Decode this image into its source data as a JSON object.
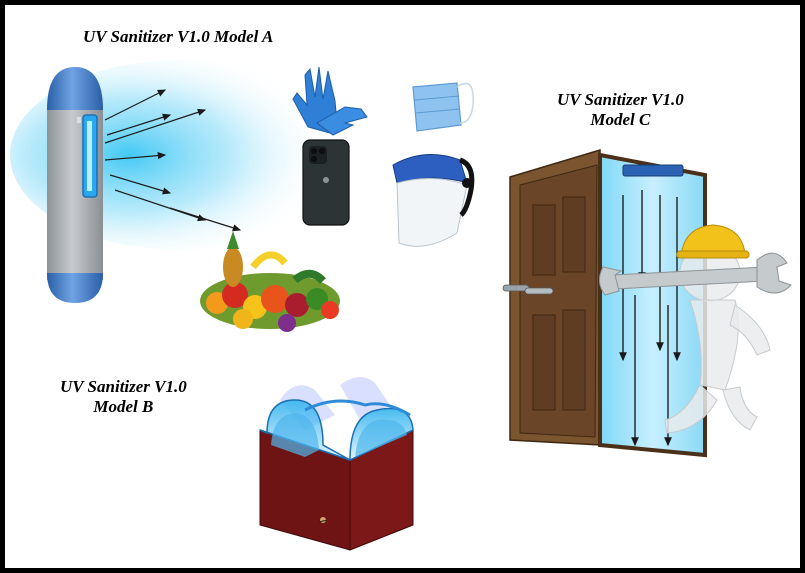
{
  "labels": {
    "model_a": "UV Sanitizer  V1.0 Model A",
    "model_b_line1": "UV Sanitizer  V1.0",
    "model_b_line2": "Model B",
    "model_c_line1": "UV Sanitizer  V1.0",
    "model_c_line2": "Model C"
  },
  "colors": {
    "uv_light": "#39c6f4",
    "device_cap": "#3a78c8",
    "device_body": "#a7abb0",
    "cabinet": "#6e1414",
    "door_wood": "#6a4527",
    "arrow": "#1a1a1a"
  },
  "icons": [
    "gloves-icon",
    "face-mask-icon",
    "smartphone-icon",
    "face-shield-icon",
    "fruit-basket-icon",
    "worker-figure-icon",
    "wrench-icon",
    "hard-hat-icon"
  ]
}
